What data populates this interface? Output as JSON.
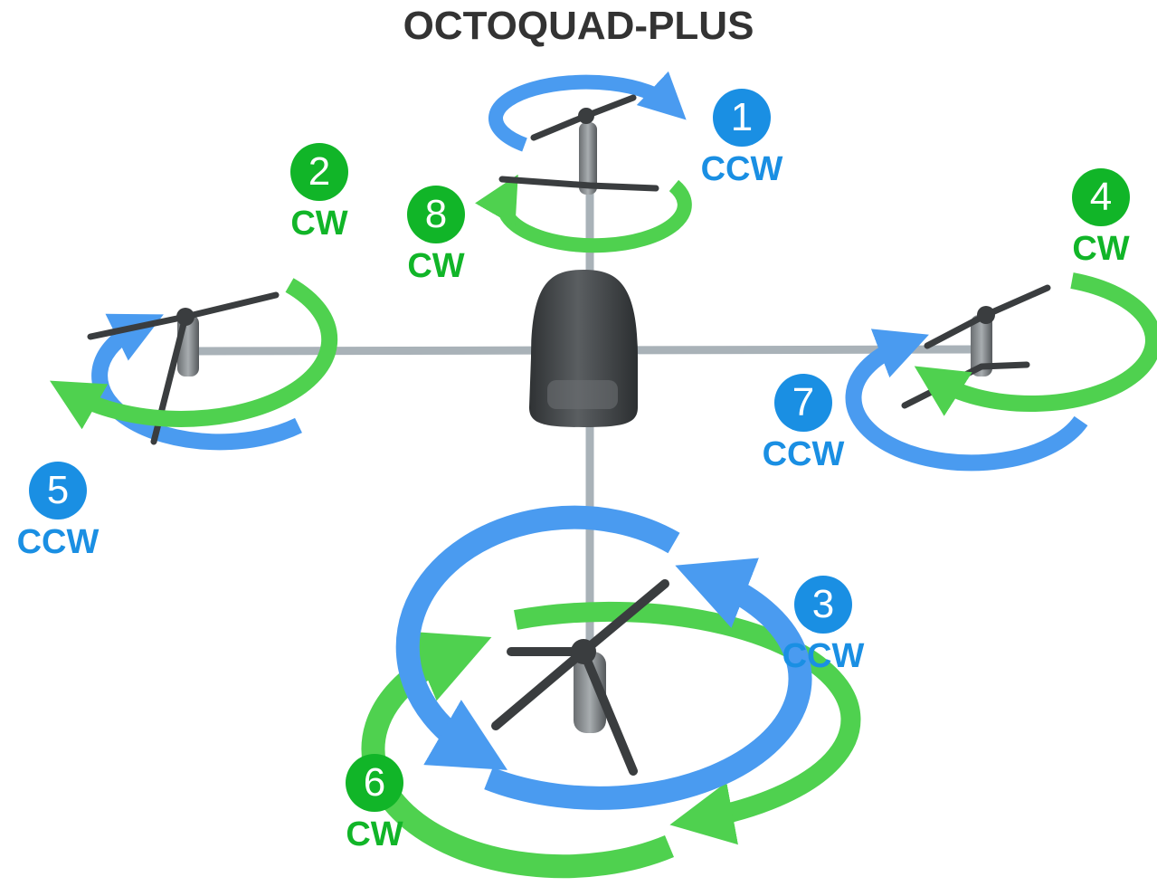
{
  "title": "OCTOQUAD-PLUS",
  "colors": {
    "ccw": "#1a8fe3",
    "cw": "#11b528",
    "ring_ccw": "#4a9bf0",
    "ring_cw": "#4fd14f",
    "frame": "#4a4d4f",
    "arm": "#a9b2b8",
    "propeller": "#3a3d3f"
  },
  "motors": [
    {
      "number": "1",
      "direction": "CCW",
      "rotation": "ccw"
    },
    {
      "number": "2",
      "direction": "CW",
      "rotation": "cw"
    },
    {
      "number": "3",
      "direction": "CCW",
      "rotation": "ccw"
    },
    {
      "number": "4",
      "direction": "CW",
      "rotation": "cw"
    },
    {
      "number": "5",
      "direction": "CCW",
      "rotation": "ccw"
    },
    {
      "number": "6",
      "direction": "CW",
      "rotation": "cw"
    },
    {
      "number": "7",
      "direction": "CCW",
      "rotation": "ccw"
    },
    {
      "number": "8",
      "direction": "CW",
      "rotation": "cw"
    }
  ]
}
